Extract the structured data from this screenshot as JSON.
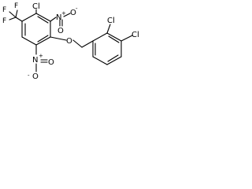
{
  "molecule": {
    "atoms": {
      "f1": "F",
      "f2": "F",
      "f3": "F",
      "cl_top": "Cl",
      "nitro_top_n": "N",
      "nitro_top_o_double": "O",
      "nitro_top_o_minus": "O",
      "nitro_top_plus": "+",
      "nitro_top_minus": "-",
      "ether_o": "O",
      "nitro_bottom_n": "N",
      "nitro_bottom_o_double": "O",
      "nitro_bottom_o_minus": "O",
      "nitro_bottom_plus": "+",
      "nitro_bottom_minus": "-",
      "cl_right_ortho": "Cl",
      "cl_right_para": "Cl"
    }
  }
}
